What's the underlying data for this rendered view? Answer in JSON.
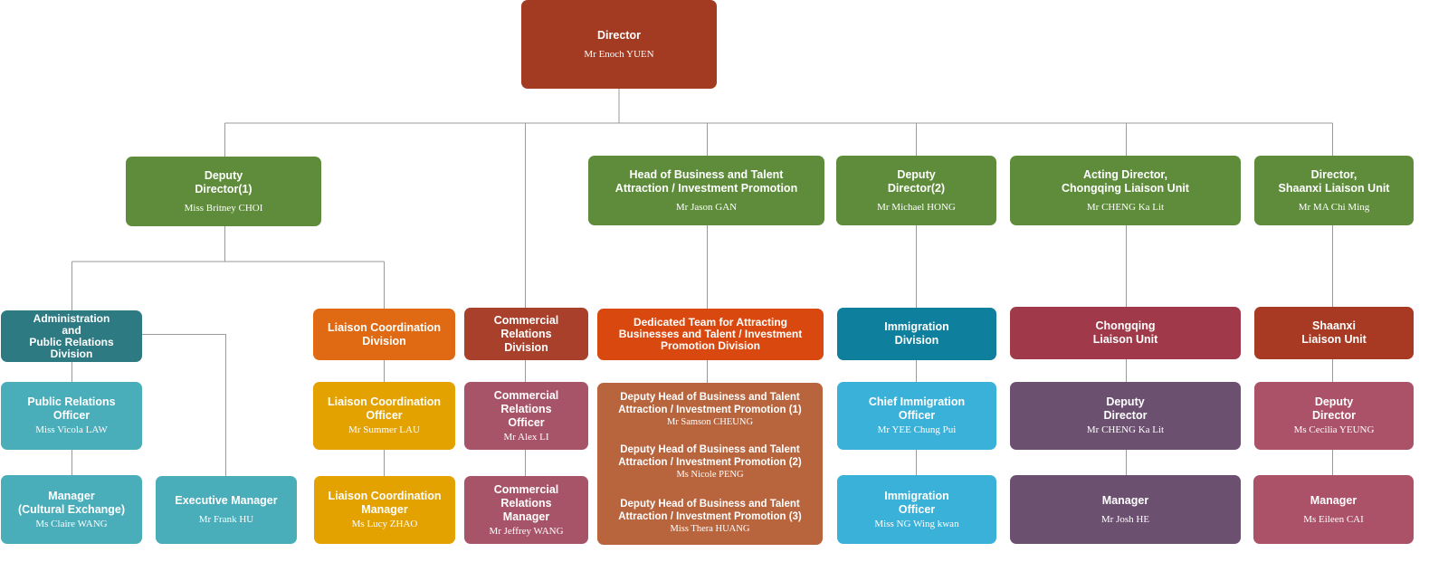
{
  "colors": {
    "connector": "#9a9a9a",
    "director": "#a33a22",
    "deputy": "#5e8c3b",
    "admin": "#2e7a82",
    "admin_staff": "#4aadba",
    "liaison_div": "#e06a13",
    "liaison_staff": "#e3a200",
    "commercial_div": "#a8402b",
    "commercial_staff": "#a85468",
    "dedicated_div": "#d9490f",
    "dedicated_staff": "#b8643d",
    "immigration_div": "#0e7f9c",
    "immigration_staff": "#3ab1d8",
    "chongqing_div": "#a03a4a",
    "chongqing_staff": "#6c5070",
    "shaanxi_div": "#a83a24",
    "shaanxi_staff": "#ab5168"
  },
  "director": {
    "title": "Director",
    "name": "Mr Enoch YUEN"
  },
  "deputy1": {
    "title": "Deputy\nDirector(1)",
    "name": "Miss Britney CHOI"
  },
  "head_bt": {
    "title": "Head of Business and Talent\nAttraction / Investment Promotion",
    "name": "Mr Jason GAN"
  },
  "deputy2": {
    "title": "Deputy\nDirector(2)",
    "name": "Mr Michael HONG"
  },
  "acting_cq": {
    "title": "Acting Director,\nChongqing Liaison Unit",
    "name": "Mr CHENG Ka Lit"
  },
  "director_sx": {
    "title": "Director,\nShaanxi Liaison Unit",
    "name": "Mr MA Chi Ming"
  },
  "admin_div": {
    "title": "Administration\nand\nPublic Relations\nDivision"
  },
  "pr_officer": {
    "title": "Public Relations\nOfficer",
    "name": "Miss Vicola LAW"
  },
  "manager_ce": {
    "title": "Manager\n(Cultural Exchange)",
    "name": "Ms Claire WANG"
  },
  "exec_manager": {
    "title": "Executive Manager",
    "name": "Mr Frank HU"
  },
  "liaison_div": {
    "title": "Liaison  Coordination\nDivision"
  },
  "liaison_officer": {
    "title": "Liaison Coordination\nOfficer",
    "name": "Mr Summer LAU"
  },
  "liaison_manager": {
    "title": "Liaison Coordination\nManager",
    "name": "Ms Lucy ZHAO"
  },
  "commercial_div": {
    "title": "Commercial  Relations\nDivision"
  },
  "commercial_officer": {
    "title": "Commercial Relations\nOfficer",
    "name": "Mr Alex LI"
  },
  "commercial_manager": {
    "title": "Commercial Relations\nManager",
    "name": "Mr Jeffrey WANG"
  },
  "dedicated_div": {
    "title": "Dedicated Team for Attracting\nBusinesses and Talent / Investment\nPromotion Division"
  },
  "dedicated_deputy1": {
    "title": "Deputy Head of Business and Talent\nAttraction / Investment Promotion (1)",
    "name": "Mr Samson CHEUNG"
  },
  "dedicated_deputy2": {
    "title": "Deputy Head of Business and Talent\nAttraction / Investment Promotion (2)",
    "name": "Ms Nicole PENG"
  },
  "dedicated_deputy3": {
    "title": "Deputy Head of Business and Talent\nAttraction / Investment Promotion (3)",
    "name": "Miss Thera HUANG"
  },
  "immigration_div": {
    "title": "Immigration\nDivision"
  },
  "chief_immigration": {
    "title": "Chief Immigration\nOfficer",
    "name": "Mr YEE Chung Pui"
  },
  "immigration_officer": {
    "title": "Immigration\nOfficer",
    "name": "Miss NG Wing kwan"
  },
  "chongqing_div": {
    "title": "Chongqing\nLiaison Unit"
  },
  "chongqing_deputy": {
    "title": "Deputy\nDirector",
    "name": "Mr CHENG Ka Lit"
  },
  "chongqing_manager": {
    "title": "Manager",
    "name": "Mr Josh HE"
  },
  "shaanxi_div": {
    "title": "Shaanxi\nLiaison Unit"
  },
  "shaanxi_deputy": {
    "title": "Deputy\nDirector",
    "name": "Ms Cecilia YEUNG"
  },
  "shaanxi_manager": {
    "title": "Manager",
    "name": "Ms Eileen CAI"
  }
}
